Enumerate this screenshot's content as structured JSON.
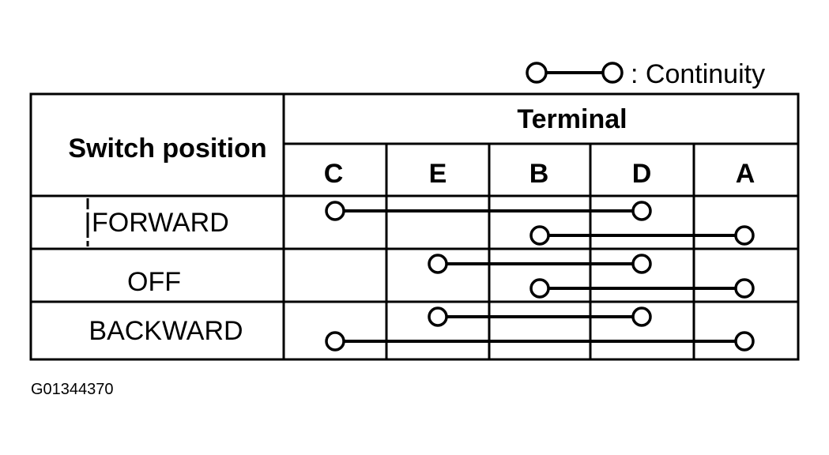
{
  "legend": {
    "label": ": Continuity"
  },
  "table": {
    "header_left": "Switch position",
    "header_group": "Terminal",
    "terminals": [
      "C",
      "E",
      "B",
      "D",
      "A"
    ],
    "rows": [
      {
        "label": "FORWARD",
        "connections": [
          [
            "C",
            "D"
          ],
          [
            "B",
            "A"
          ]
        ]
      },
      {
        "label": "OFF",
        "connections": [
          [
            "E",
            "D"
          ],
          [
            "B",
            "A"
          ]
        ]
      },
      {
        "label": "BACKWARD",
        "connections": [
          [
            "E",
            "D"
          ],
          [
            "C",
            "A"
          ]
        ]
      }
    ]
  },
  "figure_code": "G01344370"
}
